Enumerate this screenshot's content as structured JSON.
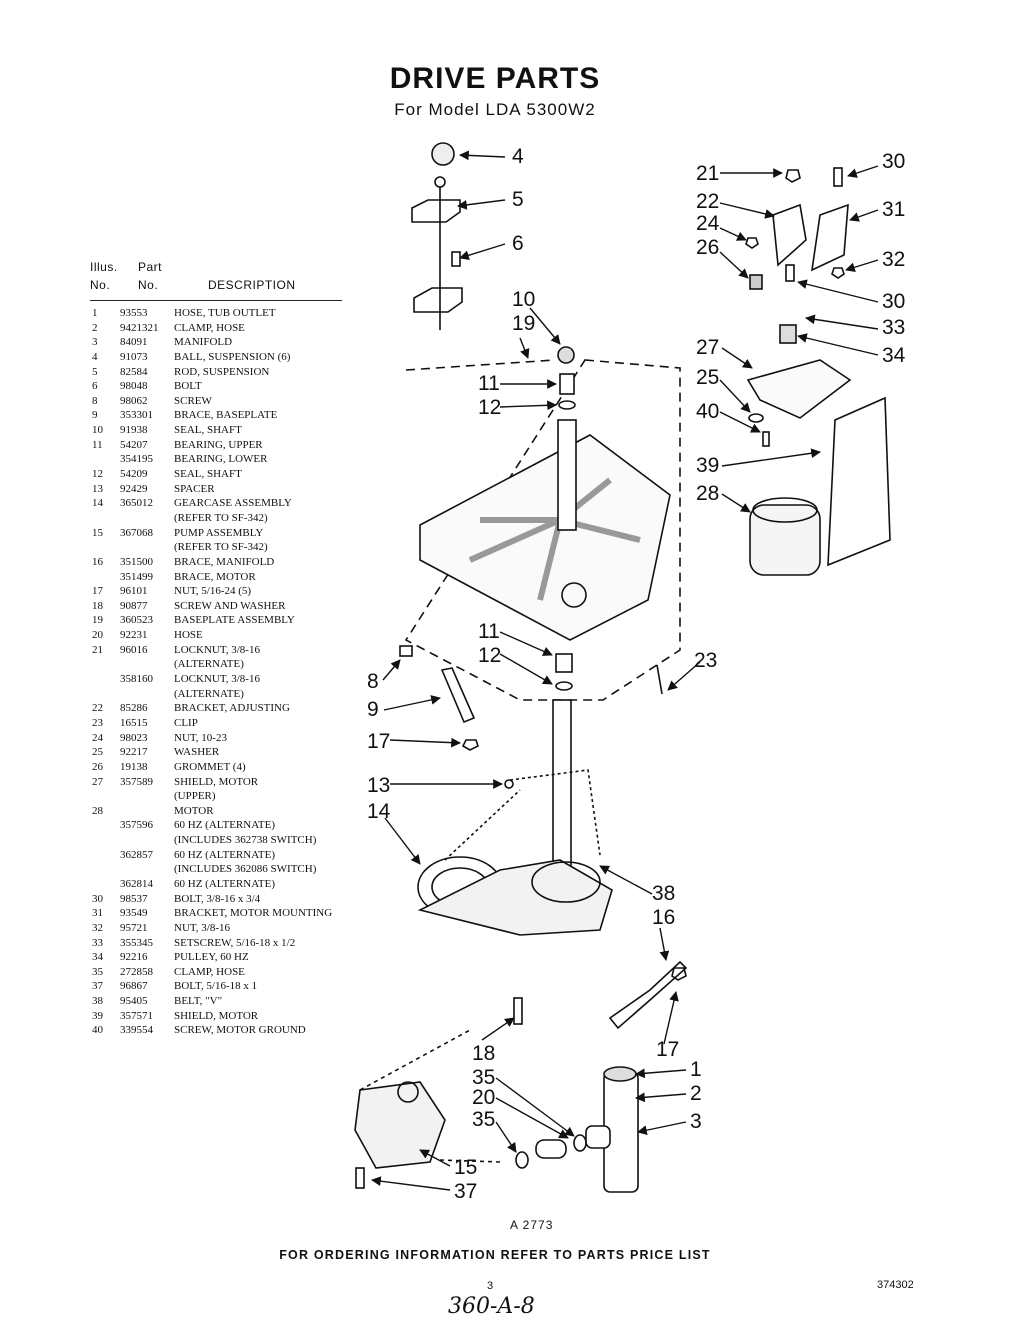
{
  "title": "DRIVE PARTS",
  "subtitle": "For Model LDA 5300W2",
  "table": {
    "header": {
      "illus_line1": "Illus.",
      "part_line1": "Part",
      "no_label": "No.",
      "part_no_label": "No.",
      "description": "DESCRIPTION"
    },
    "rows": [
      {
        "no": "1",
        "part": "93553",
        "desc": "HOSE, TUB OUTLET"
      },
      {
        "no": "2",
        "part": "9421321",
        "desc": "CLAMP, HOSE"
      },
      {
        "no": "3",
        "part": "84091",
        "desc": "MANIFOLD"
      },
      {
        "no": "4",
        "part": "91073",
        "desc": "BALL, SUSPENSION (6)"
      },
      {
        "no": "5",
        "part": "82584",
        "desc": "ROD, SUSPENSION"
      },
      {
        "no": "6",
        "part": "98048",
        "desc": "BOLT"
      },
      {
        "no": "8",
        "part": "98062",
        "desc": "SCREW"
      },
      {
        "no": "9",
        "part": "353301",
        "desc": "BRACE, BASEPLATE"
      },
      {
        "no": "10",
        "part": "91938",
        "desc": " SEAL, SHAFT"
      },
      {
        "no": "11",
        "part": "54207",
        "desc": "BEARING, UPPER"
      },
      {
        "no": "",
        "part": "354195",
        "desc": "BEARING, LOWER"
      },
      {
        "no": "12",
        "part": "54209",
        "desc": "SEAL, SHAFT"
      },
      {
        "no": "13",
        "part": "92429",
        "desc": "SPACER"
      },
      {
        "no": "14",
        "part": "365012",
        "desc": "GEARCASE ASSEMBLY"
      },
      {
        "no": "",
        "part": "",
        "desc": "(REFER TO SF-342)"
      },
      {
        "no": "15",
        "part": "367068",
        "desc": "PUMP ASSEMBLY"
      },
      {
        "no": "",
        "part": "",
        "desc": "(REFER TO SF-342)"
      },
      {
        "no": "16",
        "part": "351500",
        "desc": "BRACE, MANIFOLD"
      },
      {
        "no": "",
        "part": "351499",
        "desc": "BRACE, MOTOR"
      },
      {
        "no": "17",
        "part": "96101",
        "desc": "NUT, 5/16-24 (5)"
      },
      {
        "no": "18",
        "part": "90877",
        "desc": "SCREW AND WASHER"
      },
      {
        "no": "19",
        "part": "360523",
        "desc": "BASEPLATE ASSEMBLY"
      },
      {
        "no": "20",
        "part": "92231",
        "desc": "HOSE"
      },
      {
        "no": "21",
        "part": "96016",
        "desc": "LOCKNUT, 3/8-16"
      },
      {
        "no": "",
        "part": "",
        "desc": "(ALTERNATE)"
      },
      {
        "no": "",
        "part": "358160",
        "desc": "LOCKNUT, 3/8-16"
      },
      {
        "no": "",
        "part": "",
        "desc": "(ALTERNATE)"
      },
      {
        "no": "22",
        "part": "85286",
        "desc": "BRACKET, ADJUSTING"
      },
      {
        "no": "23",
        "part": "16515",
        "desc": "CLIP"
      },
      {
        "no": "24",
        "part": "98023",
        "desc": "NUT, 10-23"
      },
      {
        "no": "25",
        "part": "92217",
        "desc": "WASHER"
      },
      {
        "no": "26",
        "part": "19138",
        "desc": "GROMMET (4)"
      },
      {
        "no": "27",
        "part": "357589",
        "desc": "SHIELD, MOTOR"
      },
      {
        "no": "",
        "part": "",
        "desc": "(UPPER)"
      },
      {
        "no": "28",
        "part": "",
        "desc": "MOTOR"
      },
      {
        "no": "",
        "part": "357596",
        "desc": "60 HZ (ALTERNATE)"
      },
      {
        "no": "",
        "part": "",
        "desc": "(INCLUDES 362738 SWITCH)"
      },
      {
        "no": "",
        "part": "362857",
        "desc": "60 HZ (ALTERNATE)"
      },
      {
        "no": "",
        "part": "",
        "desc": "(INCLUDES 362086 SWITCH)"
      },
      {
        "no": "",
        "part": "362814",
        "desc": "60 HZ (ALTERNATE)"
      },
      {
        "no": "30",
        "part": "98537",
        "desc": "BOLT, 3/8-16 x 3/4"
      },
      {
        "no": "31",
        "part": "93549",
        "desc": "BRACKET, MOTOR MOUNTING"
      },
      {
        "no": "32",
        "part": "95721",
        "desc": "NUT, 3/8-16"
      },
      {
        "no": "33",
        "part": "355345",
        "desc": "SETSCREW, 5/16-18 x 1/2"
      },
      {
        "no": "34",
        "part": "92216",
        "desc": "PULLEY, 60 HZ"
      },
      {
        "no": "35",
        "part": "272858",
        "desc": "CLAMP, HOSE"
      },
      {
        "no": "37",
        "part": "96867",
        "desc": "BOLT, 5/16-18 x 1"
      },
      {
        "no": "38",
        "part": "95405",
        "desc": "BELT, \"V\""
      },
      {
        "no": "39",
        "part": "357571",
        "desc": "SHIELD, MOTOR"
      },
      {
        "no": "40",
        "part": "339554",
        "desc": "SCREW, MOTOR GROUND"
      }
    ]
  },
  "callouts": [
    "4",
    "5",
    "6",
    "10",
    "19",
    "11",
    "12",
    "11",
    "12",
    "8",
    "9",
    "17",
    "13",
    "14",
    "21",
    "22",
    "24",
    "26",
    "30",
    "31",
    "32",
    "30",
    "33",
    "27",
    "34",
    "25",
    "40",
    "39",
    "28",
    "23",
    "38",
    "16",
    "17",
    "18",
    "35",
    "20",
    "35",
    "1",
    "2",
    "3",
    "15",
    "37"
  ],
  "figure_code": "A  2773",
  "order_note": "FOR ORDERING INFORMATION REFER TO PARTS PRICE LIST",
  "page_number": "3",
  "doc_number": "374302",
  "handwritten_ref": "360-A-8"
}
